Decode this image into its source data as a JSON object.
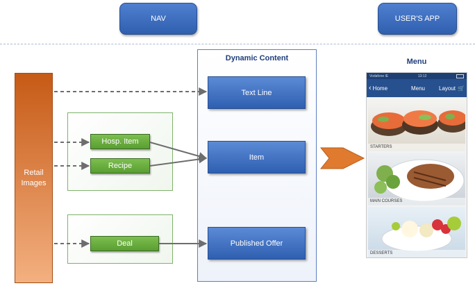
{
  "header": {
    "nav_label": "NAV",
    "users_app_label": "USER'S APP"
  },
  "retail": {
    "label_line1": "Retail",
    "label_line2": "Images"
  },
  "groups": {
    "hosp_item": "Hosp. Item",
    "recipe": "Recipe",
    "deal": "Deal"
  },
  "dynamic_content": {
    "title": "Dynamic Content",
    "text_line": "Text Line",
    "item": "Item",
    "published_offer": "Published Offer"
  },
  "app": {
    "title": "Menu",
    "status_carrier": "Vodafone IE",
    "status_time": "13:12",
    "nav_back": "Home",
    "nav_title": "Menu",
    "nav_layout": "Layout",
    "tiles": [
      "STARTERS",
      "MAIN COURSES",
      "DESSERTS"
    ]
  },
  "colors": {
    "accent_orange": "#e07a2e",
    "blue": "#2f5fb0",
    "green": "#5a9e32"
  }
}
